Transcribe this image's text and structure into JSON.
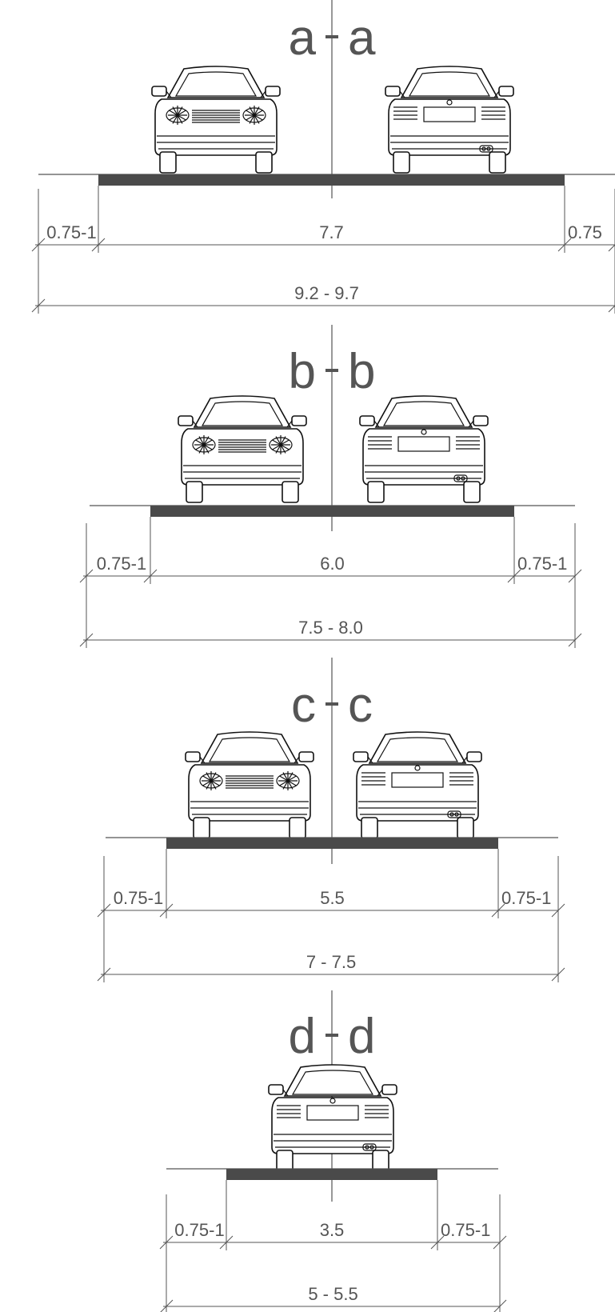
{
  "sections": [
    {
      "id": "a",
      "left_letter": "a",
      "right_letter": "a",
      "left_shoulder": "0.75-1",
      "carriageway": "7.7",
      "right_shoulder": "0.75",
      "total": "9.2 - 9.7",
      "cars": [
        "front",
        "rear"
      ]
    },
    {
      "id": "b",
      "left_letter": "b",
      "right_letter": "b",
      "left_shoulder": "0.75-1",
      "carriageway": "6.0",
      "right_shoulder": "0.75-1",
      "total": "7.5 - 8.0",
      "cars": [
        "front",
        "rear"
      ]
    },
    {
      "id": "c",
      "left_letter": "c",
      "right_letter": "c",
      "left_shoulder": "0.75-1",
      "carriageway": "5.5",
      "right_shoulder": "0.75-1",
      "total": "7 - 7.5",
      "cars": [
        "front",
        "rear"
      ]
    },
    {
      "id": "d",
      "left_letter": "d",
      "right_letter": "d",
      "left_shoulder": "0.75-1",
      "carriageway": "3.5",
      "right_shoulder": "0.75-1",
      "total": "5 - 5.5",
      "cars": [
        "rear"
      ]
    }
  ]
}
